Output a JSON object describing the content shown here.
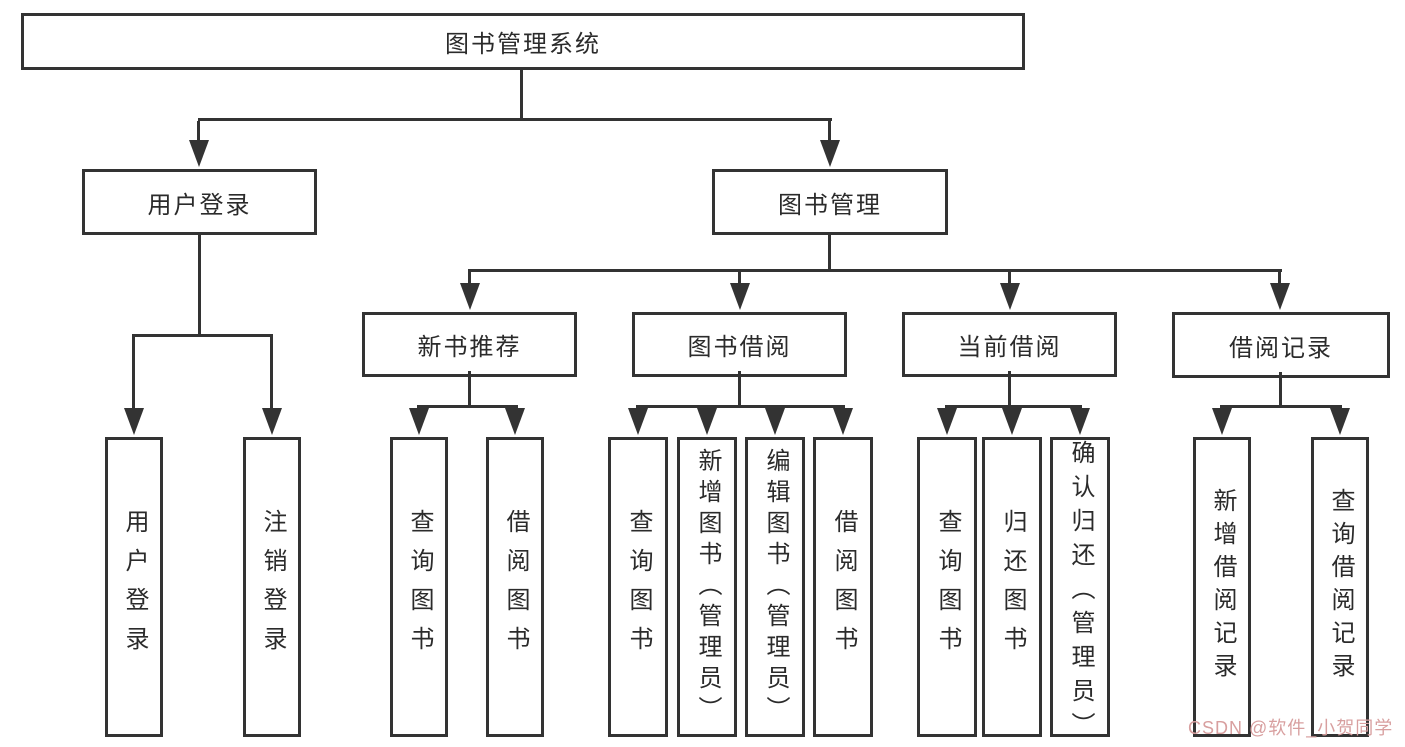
{
  "colors": {
    "line": "#333333",
    "text": "#2b2b2b",
    "background": "#ffffff",
    "watermark": "#d89f9f"
  },
  "tree": {
    "root": {
      "label": "图书管理系统"
    },
    "branches": [
      {
        "label": "用户登录",
        "children": [
          {
            "label": "用户登录"
          },
          {
            "label": "注销登录"
          }
        ]
      },
      {
        "label": "图书管理",
        "sections": [
          {
            "label": "新书推荐",
            "children": [
              {
                "label": "查询图书"
              },
              {
                "label": "借阅图书"
              }
            ]
          },
          {
            "label": "图书借阅",
            "children": [
              {
                "label": "查询图书"
              },
              {
                "label": "新增图书（管理员）"
              },
              {
                "label": "编辑图书（管理员）"
              },
              {
                "label": "借阅图书"
              }
            ]
          },
          {
            "label": "当前借阅",
            "children": [
              {
                "label": "查询图书"
              },
              {
                "label": "归还图书"
              },
              {
                "label": "确认归还（管理员）"
              }
            ]
          },
          {
            "label": "借阅记录",
            "children": [
              {
                "label": "新增借阅记录"
              },
              {
                "label": "查询借阅记录"
              }
            ]
          }
        ]
      }
    ]
  },
  "watermark": {
    "text": "CSDN @软件_小贺同学"
  }
}
